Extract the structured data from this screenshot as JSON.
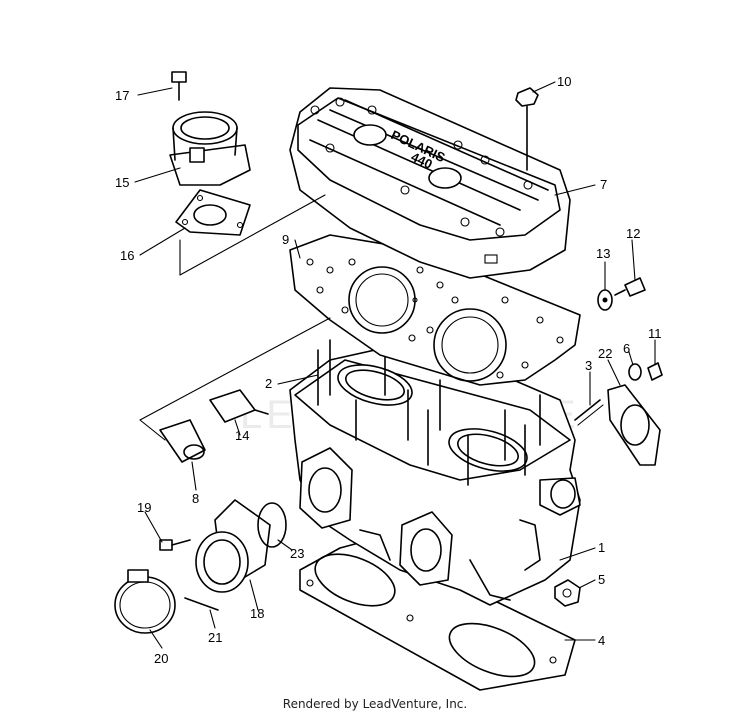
{
  "diagram": {
    "logo_text": "POLARIS",
    "model_text": "440",
    "watermark_text": "LEADVENTURE",
    "callouts": [
      "17",
      "15",
      "16",
      "10",
      "7",
      "9",
      "13",
      "12",
      "11",
      "6",
      "22",
      "3",
      "2",
      "14",
      "8",
      "19",
      "23",
      "18",
      "1",
      "5",
      "4",
      "21",
      "20"
    ]
  },
  "footer": {
    "credit": "Rendered by LeadVenture, Inc."
  }
}
